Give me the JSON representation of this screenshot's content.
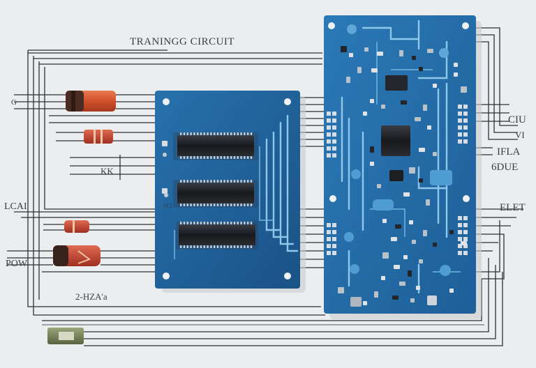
{
  "title": "TRANINGG CIRCUIT",
  "labels": {
    "g": "G",
    "kk": "KK",
    "lcar": "LCAI",
    "pow": "POW",
    "hz": "2-HZA'a",
    "ciu": "CIU",
    "vi": "VI",
    "ifla": "IFLA",
    "odue": "6DUE",
    "elet": "ELET",
    "scr": "SCI"
  },
  "colors": {
    "background": "#ecedee",
    "board_left": "#1f5f96",
    "board_right": "#246aa6",
    "component_orange": "#d0502c",
    "component_red": "#b8382a",
    "chip": "#1b1d22",
    "trace": "#8fc8ea",
    "wire": "#2c2f36"
  }
}
